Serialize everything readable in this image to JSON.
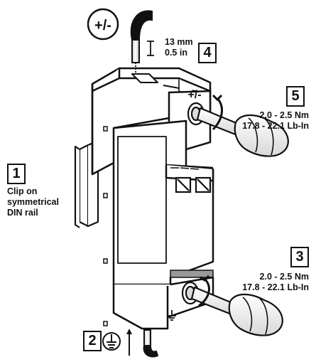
{
  "wire_top": {
    "polarity_symbol": "+/-",
    "strip_length_mm": "13 mm",
    "strip_length_in": "0.5 in",
    "step_number": "4"
  },
  "terminal_top": {
    "polarity_marking": "+/-",
    "step_number": "5",
    "torque_nm": "2.0 - 2.5 Nm",
    "torque_lbin": "17.8 - 22.1 Lb-In"
  },
  "terminal_bottom": {
    "step_number": "3",
    "torque_nm": "2.0 - 2.5 Nm",
    "torque_lbin": "17.8 - 22.1 Lb-In"
  },
  "mounting": {
    "step_number": "1",
    "instruction_line1": "Clip on",
    "instruction_line2": "symmetrical",
    "instruction_line3": "DIN rail"
  },
  "ground_wire": {
    "step_number": "2",
    "symbol": "protective-earth-icon"
  },
  "colors": {
    "outline": "#111111",
    "body_fill": "#ffffff",
    "screwdriver_fill": "#ececec",
    "status_window": "#9a9a9a"
  }
}
